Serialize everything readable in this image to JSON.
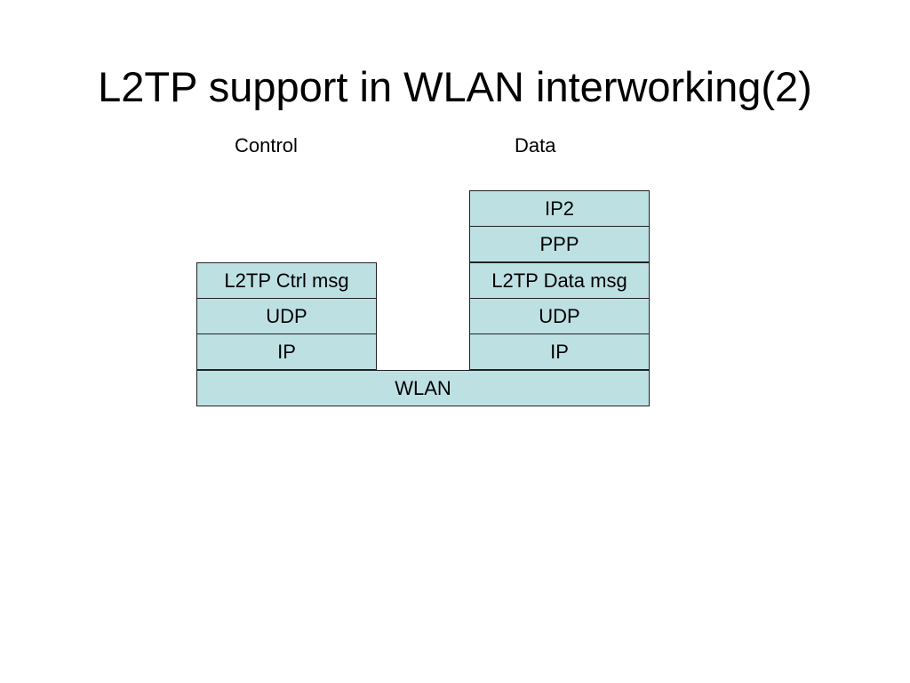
{
  "title": "L2TP support in WLAN interworking(2)",
  "columns": {
    "control": {
      "label": "Control",
      "layers": [
        "L2TP Ctrl msg",
        "UDP",
        "IP"
      ]
    },
    "data": {
      "label": "Data",
      "layers": [
        "IP2",
        "PPP",
        "L2TP Data msg",
        "UDP",
        "IP"
      ]
    }
  },
  "base_layer": "WLAN",
  "colors": {
    "layer_fill": "#bde0e3",
    "layer_border": "#222222",
    "background": "#ffffff",
    "text": "#000000"
  }
}
